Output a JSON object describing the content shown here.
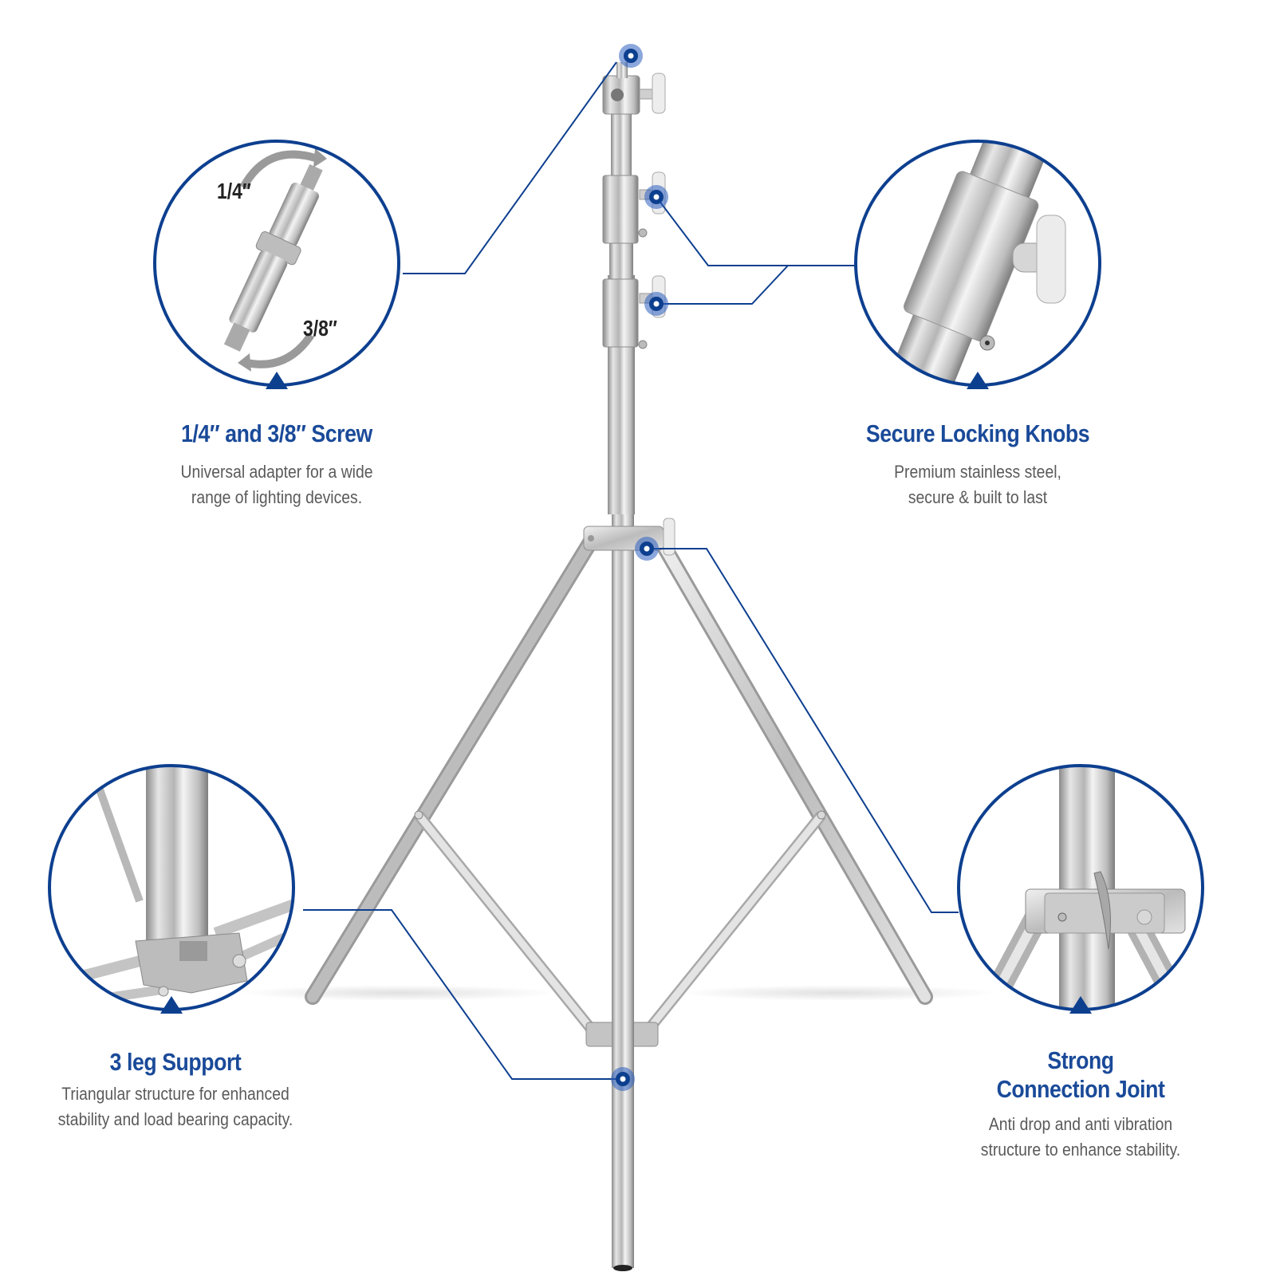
{
  "colors": {
    "accent": "#0d3f8f",
    "title": "#1a4a99",
    "body_text": "#5a5a5a",
    "background": "#ffffff",
    "steel": "#c8c8c8"
  },
  "features": [
    {
      "id": "screw",
      "title": "1/4″ and 3/8″ Screw",
      "description_lines": [
        "Universal adapter for a wide",
        "range of lighting devices."
      ],
      "labels": [
        "1/4″",
        "3/8″"
      ],
      "icon": "spigot-adapter-icon"
    },
    {
      "id": "knobs",
      "title": "Secure Locking Knobs",
      "description_lines": [
        "Premium stainless steel,",
        "secure & built to last"
      ],
      "icon": "locking-knob-icon"
    },
    {
      "id": "legs",
      "title": "3 leg Support",
      "description_lines": [
        "Triangular structure for enhanced",
        "stability and load bearing capacity."
      ],
      "icon": "leg-base-icon"
    },
    {
      "id": "joint",
      "title_lines": [
        "Strong",
        "Connection Joint"
      ],
      "description_lines": [
        "Anti drop and anti vibration",
        "structure to enhance stability."
      ],
      "icon": "connection-joint-icon"
    }
  ]
}
